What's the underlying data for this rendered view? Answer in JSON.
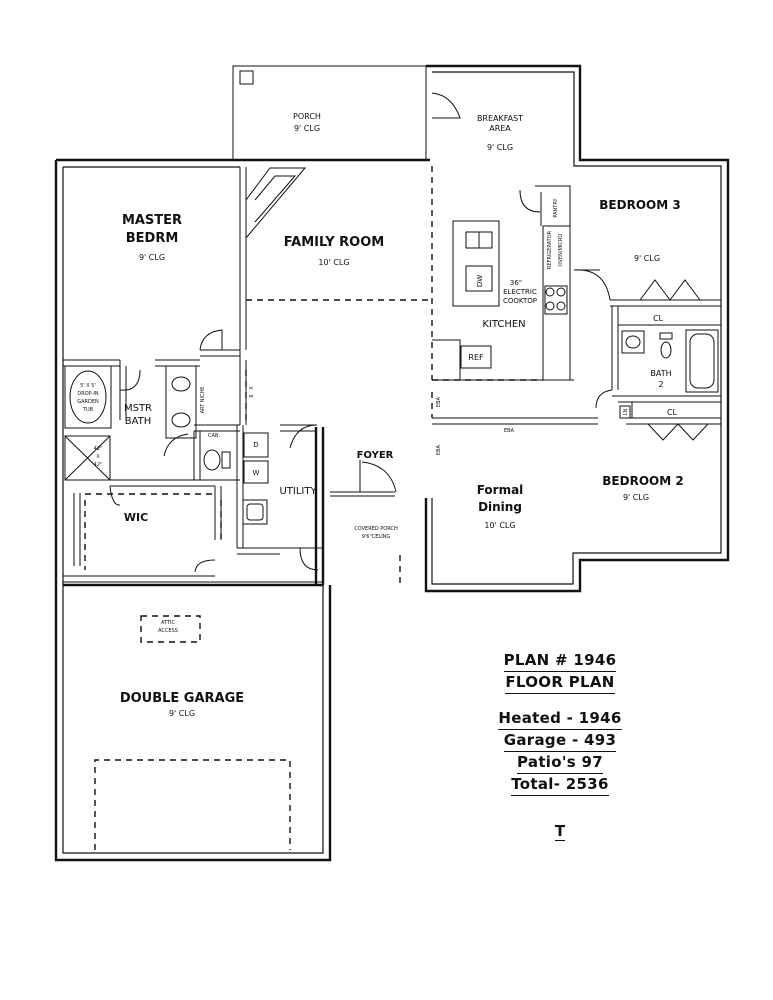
{
  "rooms": {
    "porch": {
      "name": "PORCH",
      "ceiling": "9' CLG"
    },
    "breakfast": {
      "name": "BREAKFAST",
      "name2": "AREA",
      "ceiling": "9' CLG"
    },
    "master": {
      "name": "MASTER",
      "name2": "BEDRM",
      "ceiling": "9' CLG"
    },
    "family": {
      "name": "FAMILY ROOM",
      "ceiling": "10' CLG"
    },
    "bedroom3": {
      "name": "BEDROOM 3",
      "ceiling": "9' CLG"
    },
    "kitchen": {
      "name": "KITCHEN",
      "cooktop": "36\"",
      "cooktop2": "ELECTRIC",
      "cooktop3": "COOKTOP",
      "ref": "REF",
      "dw": "DW",
      "pantry": "PANTRY",
      "refrig": "REFRIGERATOR",
      "oven": "OVEN/MICRO"
    },
    "mstr_bath": {
      "name": "MSTR",
      "name2": "BATH",
      "tub": "5' X 5'",
      "tub2": "DROP-IN",
      "tub3": "GARDEN",
      "tub4": "TUB",
      "shower": "42\"",
      "shower2": "X",
      "shower3": "42\"",
      "art_niche": "ART NICHE",
      "cab": "CAB."
    },
    "bath2": {
      "name": "BATH",
      "name2": "2",
      "cl": "CL",
      "cl2": "CL",
      "ln": "LN"
    },
    "foyer": {
      "name": "FOYER"
    },
    "utility": {
      "name": "UTILITY",
      "d": "D",
      "w": "W"
    },
    "wic": {
      "name": "WIC"
    },
    "formal_dining": {
      "name": "Formal",
      "name2": "Dining",
      "ceiling": "10' CLG",
      "eba": "EBA",
      "eba2": "EBA",
      "eba3": "EBA"
    },
    "bedroom2": {
      "name": "BEDROOM 2",
      "ceiling": "9' CLG"
    },
    "covered_porch": {
      "name": "COVERED PORCH",
      "ceiling": "9'6\"CELING"
    },
    "attic": {
      "name": "ATTIC",
      "name2": "ACCESS"
    },
    "garage": {
      "name": "DOUBLE GARAGE",
      "ceiling": "9' CLG"
    },
    "hall_opening": {
      "label": "X",
      "label2": "6"
    }
  },
  "legend": {
    "plan": "PLAN # 1946",
    "title": "FLOOR PLAN",
    "heated": "Heated - 1946",
    "garage": "Garage - 493",
    "patios": "Patio's 97",
    "total": "Total- 2536",
    "mark": "T"
  }
}
